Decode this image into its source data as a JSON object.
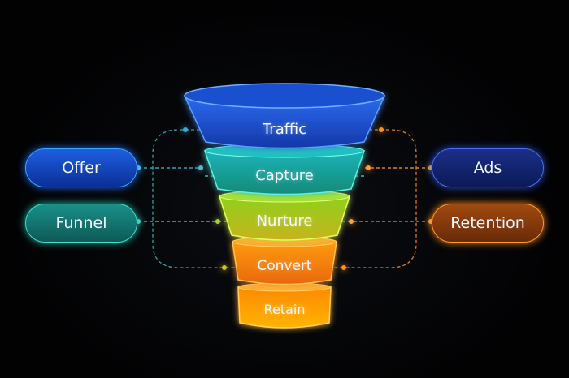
{
  "funnel": {
    "stages": [
      {
        "label": "Traffic",
        "color": "#1f5fe0"
      },
      {
        "label": "Capture",
        "color": "#1aa7a0"
      },
      {
        "label": "Nurture",
        "color": "#9bd11a"
      },
      {
        "label": "Convert",
        "color": "#ff8c10"
      },
      {
        "label": "Retain",
        "color": "#ff9a00"
      }
    ]
  },
  "left_pills": [
    {
      "label": "Offer",
      "color": "#1f6ff0"
    },
    {
      "label": "Funnel",
      "color": "#1fb8a8"
    }
  ],
  "right_pills": [
    {
      "label": "Ads",
      "color": "#2a4fd0"
    },
    {
      "label": "Retention",
      "color": "#ff8a1a"
    }
  ]
}
